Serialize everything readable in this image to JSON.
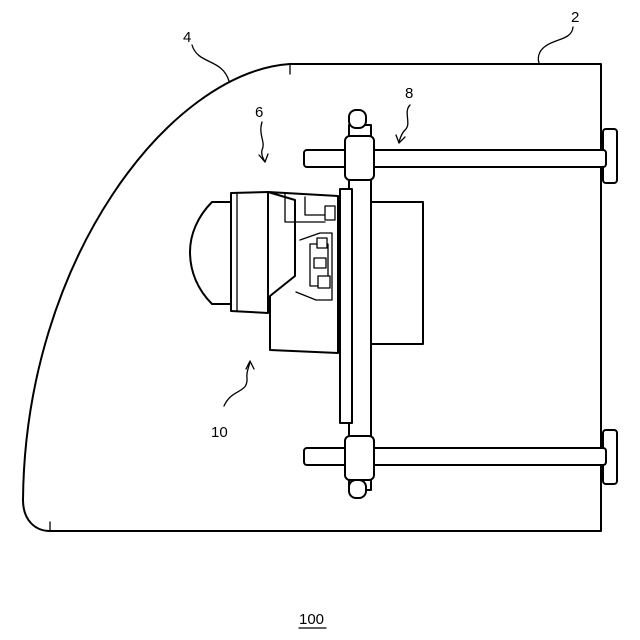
{
  "references": {
    "housing": "2",
    "curved_cover": "4",
    "light_unit": "6",
    "mounting_bars": "8",
    "lamp_assembly": "10"
  },
  "figure_number": "100"
}
